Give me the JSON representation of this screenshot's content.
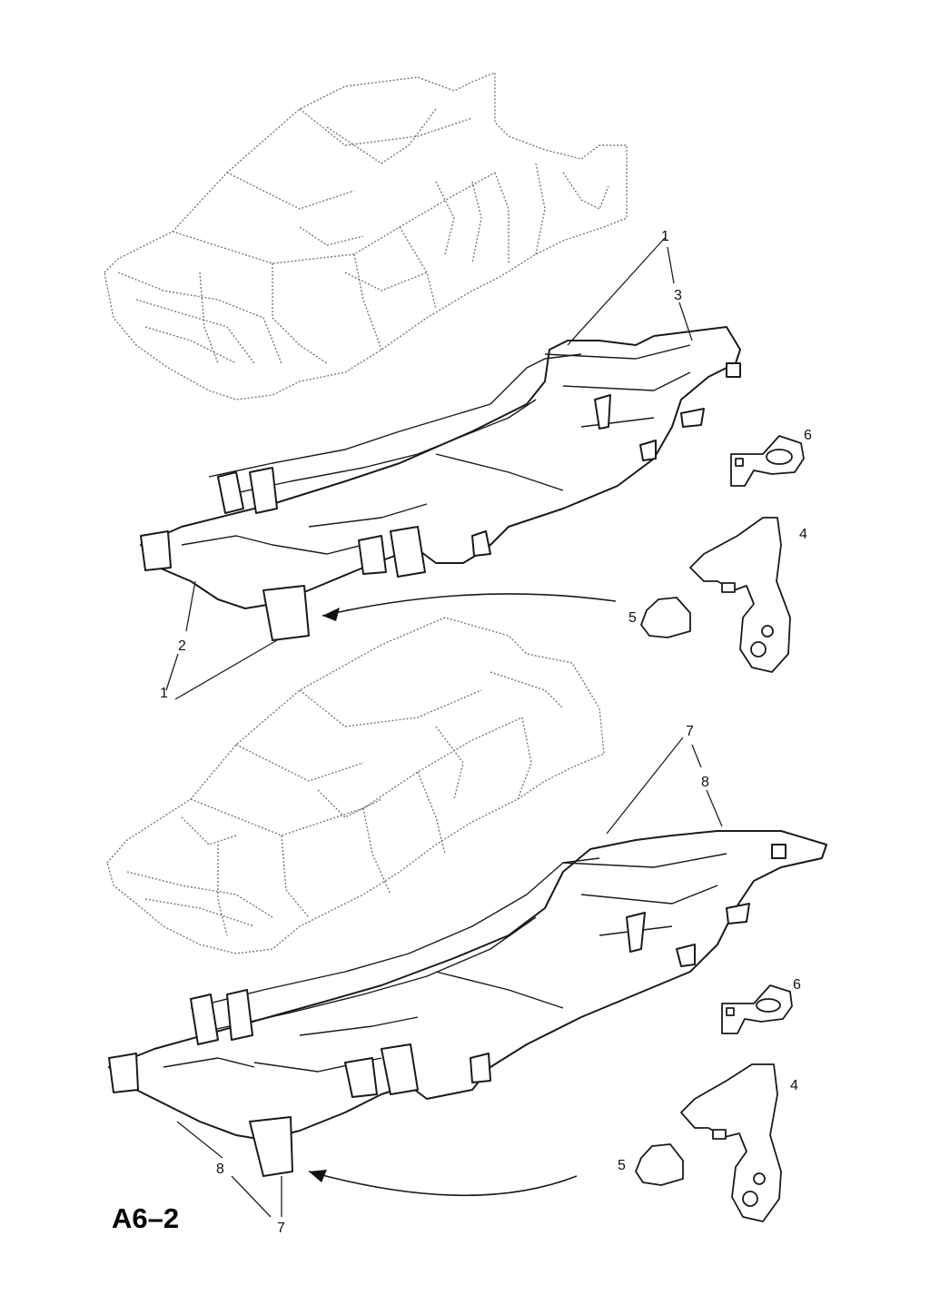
{
  "diagram": {
    "page_code": "A6–2",
    "upper_callouts": {
      "c1_top": "1",
      "c3": "3",
      "c6": "6",
      "c4": "4",
      "c5": "5",
      "c2": "2",
      "c1_bottom": "1"
    },
    "lower_callouts": {
      "c7_top": "7",
      "c8_top": "8",
      "c6": "6",
      "c4": "4",
      "c5": "5",
      "c8_bottom": "8",
      "c7_bottom": "7"
    }
  }
}
